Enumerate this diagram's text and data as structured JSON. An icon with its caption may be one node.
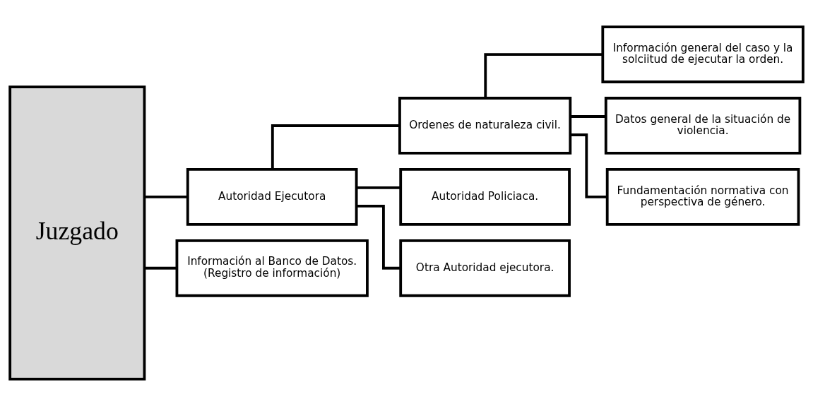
{
  "diagram": {
    "nodes": [
      {
        "text": [
          "Juzgado"
        ]
      },
      {
        "text": [
          "Autoridad Ejecutora"
        ]
      },
      {
        "text": [
          "Información al Banco de Datos. (Registro de información)"
        ]
      },
      {
        "text": [
          "Ordenes de naturaleza civil."
        ]
      },
      {
        "text": [
          "Autoridad Policiaca."
        ]
      },
      {
        "text": [
          "Otra Autoridad ejecutora."
        ]
      },
      {
        "text": [
          "Información general del caso y la solciitud de ejecutar la orden."
        ]
      },
      {
        "text": [
          "Datos general de la situación de violencia."
        ]
      },
      {
        "text": [
          "Fundamentación normativa con perspectiva de género."
        ]
      }
    ],
    "edges": [
      {
        "from": 0,
        "to": 1,
        "arrow": "none"
      },
      {
        "from": 0,
        "to": 2,
        "arrow": "none"
      },
      {
        "from": 1,
        "to": 3,
        "arrow": "none"
      },
      {
        "from": 1,
        "to": 4,
        "arrow": "none"
      },
      {
        "from": 1,
        "to": 5,
        "arrow": "none"
      },
      {
        "from": 3,
        "to": 6,
        "arrow": "none"
      },
      {
        "from": 3,
        "to": 7,
        "arrow": "none"
      },
      {
        "from": 3,
        "to": 8,
        "arrow": "none"
      }
    ]
  }
}
